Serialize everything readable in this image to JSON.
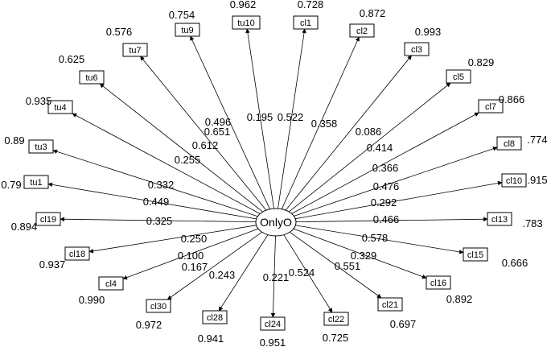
{
  "center": {
    "label": "OnlyO"
  },
  "indicators": [
    {
      "label": "tu10",
      "loading": "0.195",
      "residual": "0.962"
    },
    {
      "label": "cl1",
      "loading": "0.522",
      "residual": "0.728"
    },
    {
      "label": "cl2",
      "loading": "0.358",
      "residual": "0.872"
    },
    {
      "label": "cl3",
      "loading": "0.086",
      "residual": "0.993"
    },
    {
      "label": "cl5",
      "loading": "0.414",
      "residual": "0.829"
    },
    {
      "label": "cl7",
      "loading": "0.366",
      "residual": "0.866"
    },
    {
      "label": "cl8",
      "loading": "0.476",
      "residual": ".774"
    },
    {
      "label": "cl10",
      "loading": "0.292",
      "residual": ".915"
    },
    {
      "label": "cl13",
      "loading": "0.466",
      "residual": ".783"
    },
    {
      "label": "cl15",
      "loading": "0.578",
      "residual": "0.666"
    },
    {
      "label": "cl16",
      "loading": "0.329",
      "residual": "0.892"
    },
    {
      "label": "cl21",
      "loading": "0.551",
      "residual": "0.697"
    },
    {
      "label": "cl22",
      "loading": "0.524",
      "residual": "0.725"
    },
    {
      "label": "cl24",
      "loading": "0.221",
      "residual": "0.951"
    },
    {
      "label": "cl28",
      "loading": "0.243",
      "residual": "0.941"
    },
    {
      "label": "cl30",
      "loading": "0.167",
      "residual": "0.972"
    },
    {
      "label": "cl4",
      "loading": "0.100",
      "residual": "0.990"
    },
    {
      "label": "cl18",
      "loading": "0.250",
      "residual": "0.937"
    },
    {
      "label": "cl19",
      "loading": "0.325",
      "residual": "0.894"
    },
    {
      "label": "tu1",
      "loading": "0.449",
      "residual": "0.79"
    },
    {
      "label": "tu3",
      "loading": "0.332",
      "residual": "0.89"
    },
    {
      "label": "tu4",
      "loading": "0.255",
      "residual": "0.935"
    },
    {
      "label": "tu6",
      "loading": "0.612",
      "residual": "0.625"
    },
    {
      "label": "tu7",
      "loading": "0.651",
      "residual": "0.576"
    },
    {
      "label": "tu9",
      "loading": "0.496",
      "residual": "0.754"
    }
  ]
}
